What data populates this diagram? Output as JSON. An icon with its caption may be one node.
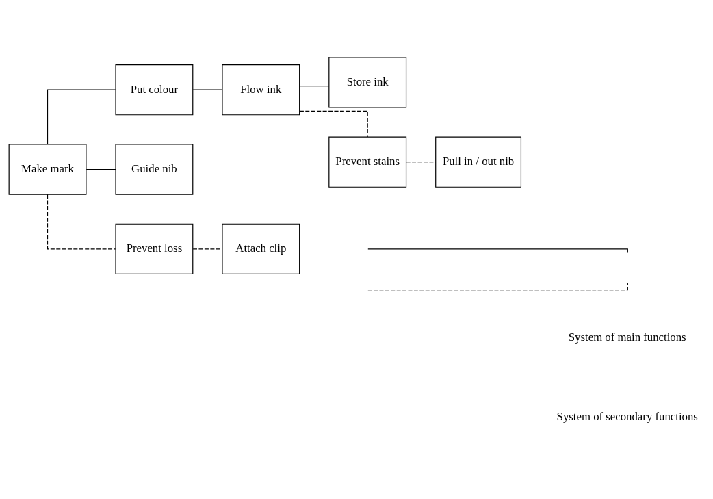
{
  "diagram": {
    "nodes": [
      {
        "text": [
          "Make mark"
        ]
      },
      {
        "text": [
          "Put colour"
        ]
      },
      {
        "text": [
          "Flow ink"
        ]
      },
      {
        "text": [
          "Store ink"
        ]
      },
      {
        "text": [
          "Prevent stains"
        ]
      },
      {
        "text": [
          "Pull in / out nib"
        ]
      },
      {
        "text": [
          "Guide nib"
        ]
      },
      {
        "text": [
          "Prevent loss"
        ]
      },
      {
        "text": [
          "Attach clip"
        ]
      }
    ],
    "edges": [
      {
        "from": 0,
        "to": 1,
        "arrow": "none"
      },
      {
        "from": 0,
        "to": 6,
        "arrow": "none"
      },
      {
        "from": 1,
        "to": 2,
        "arrow": "none"
      },
      {
        "from": 2,
        "to": 3,
        "arrow": "none"
      },
      {
        "from": 2,
        "to": 4,
        "arrow": "none",
        "style": "dashed"
      },
      {
        "from": 4,
        "to": 5,
        "arrow": "none",
        "style": "dashed"
      },
      {
        "from": 0,
        "to": 7,
        "arrow": "none",
        "style": "dashed"
      },
      {
        "from": 7,
        "to": 8,
        "arrow": "none",
        "style": "dashed"
      }
    ],
    "legend": [
      {
        "text": "System of main functions"
      },
      {
        "text": "System of secondary functions"
      }
    ]
  }
}
